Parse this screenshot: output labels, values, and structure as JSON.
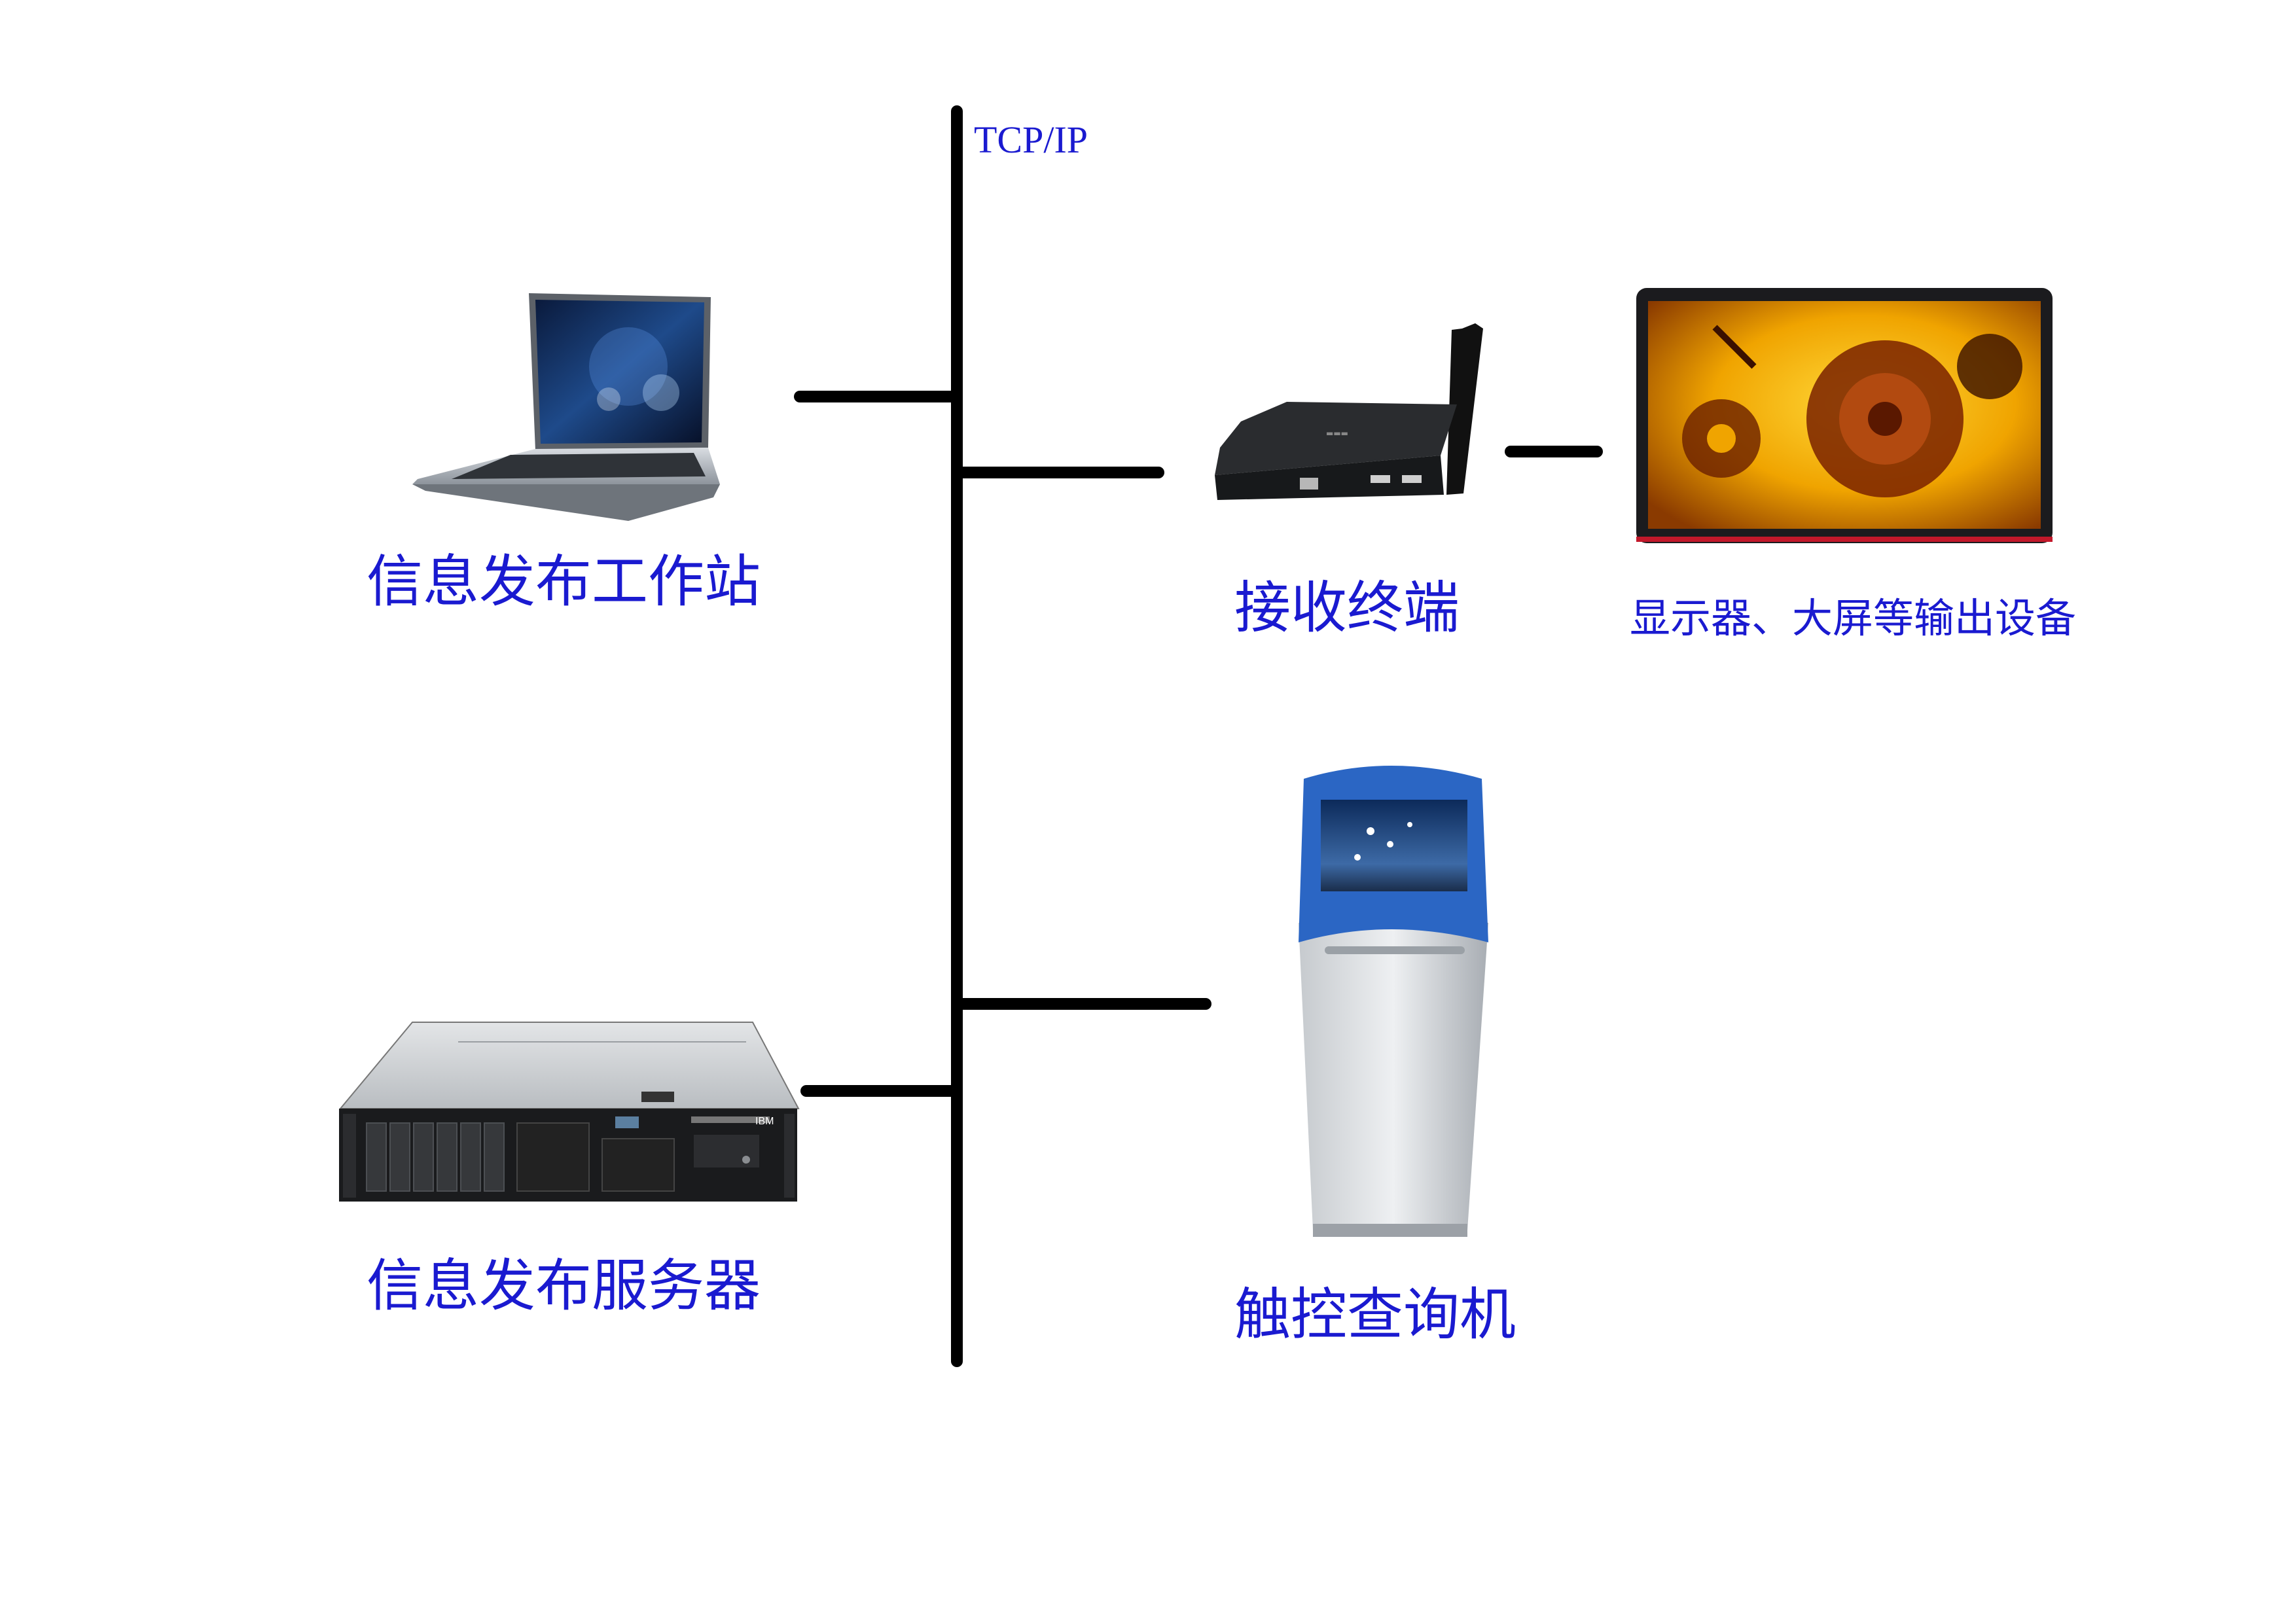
{
  "network": {
    "label": "TCP/IP"
  },
  "nodes": {
    "workstation": {
      "label": "信息发布工作站",
      "icon": "laptop-icon"
    },
    "server": {
      "label": "信息发布服务器",
      "icon": "rack-server-icon"
    },
    "receiver": {
      "label": "接收终端",
      "icon": "media-player-box-icon"
    },
    "display": {
      "label": "显示器、大屏等输出设备",
      "icon": "display-screen-icon"
    },
    "kiosk": {
      "label": "触控查询机",
      "icon": "touch-kiosk-icon"
    }
  },
  "device_text": {
    "server_brand": "IBM"
  },
  "colors": {
    "label": "#1a1ad0",
    "line": "#000000",
    "kiosk_blue": "#2b66c4",
    "display_orange": "#f2a200"
  }
}
